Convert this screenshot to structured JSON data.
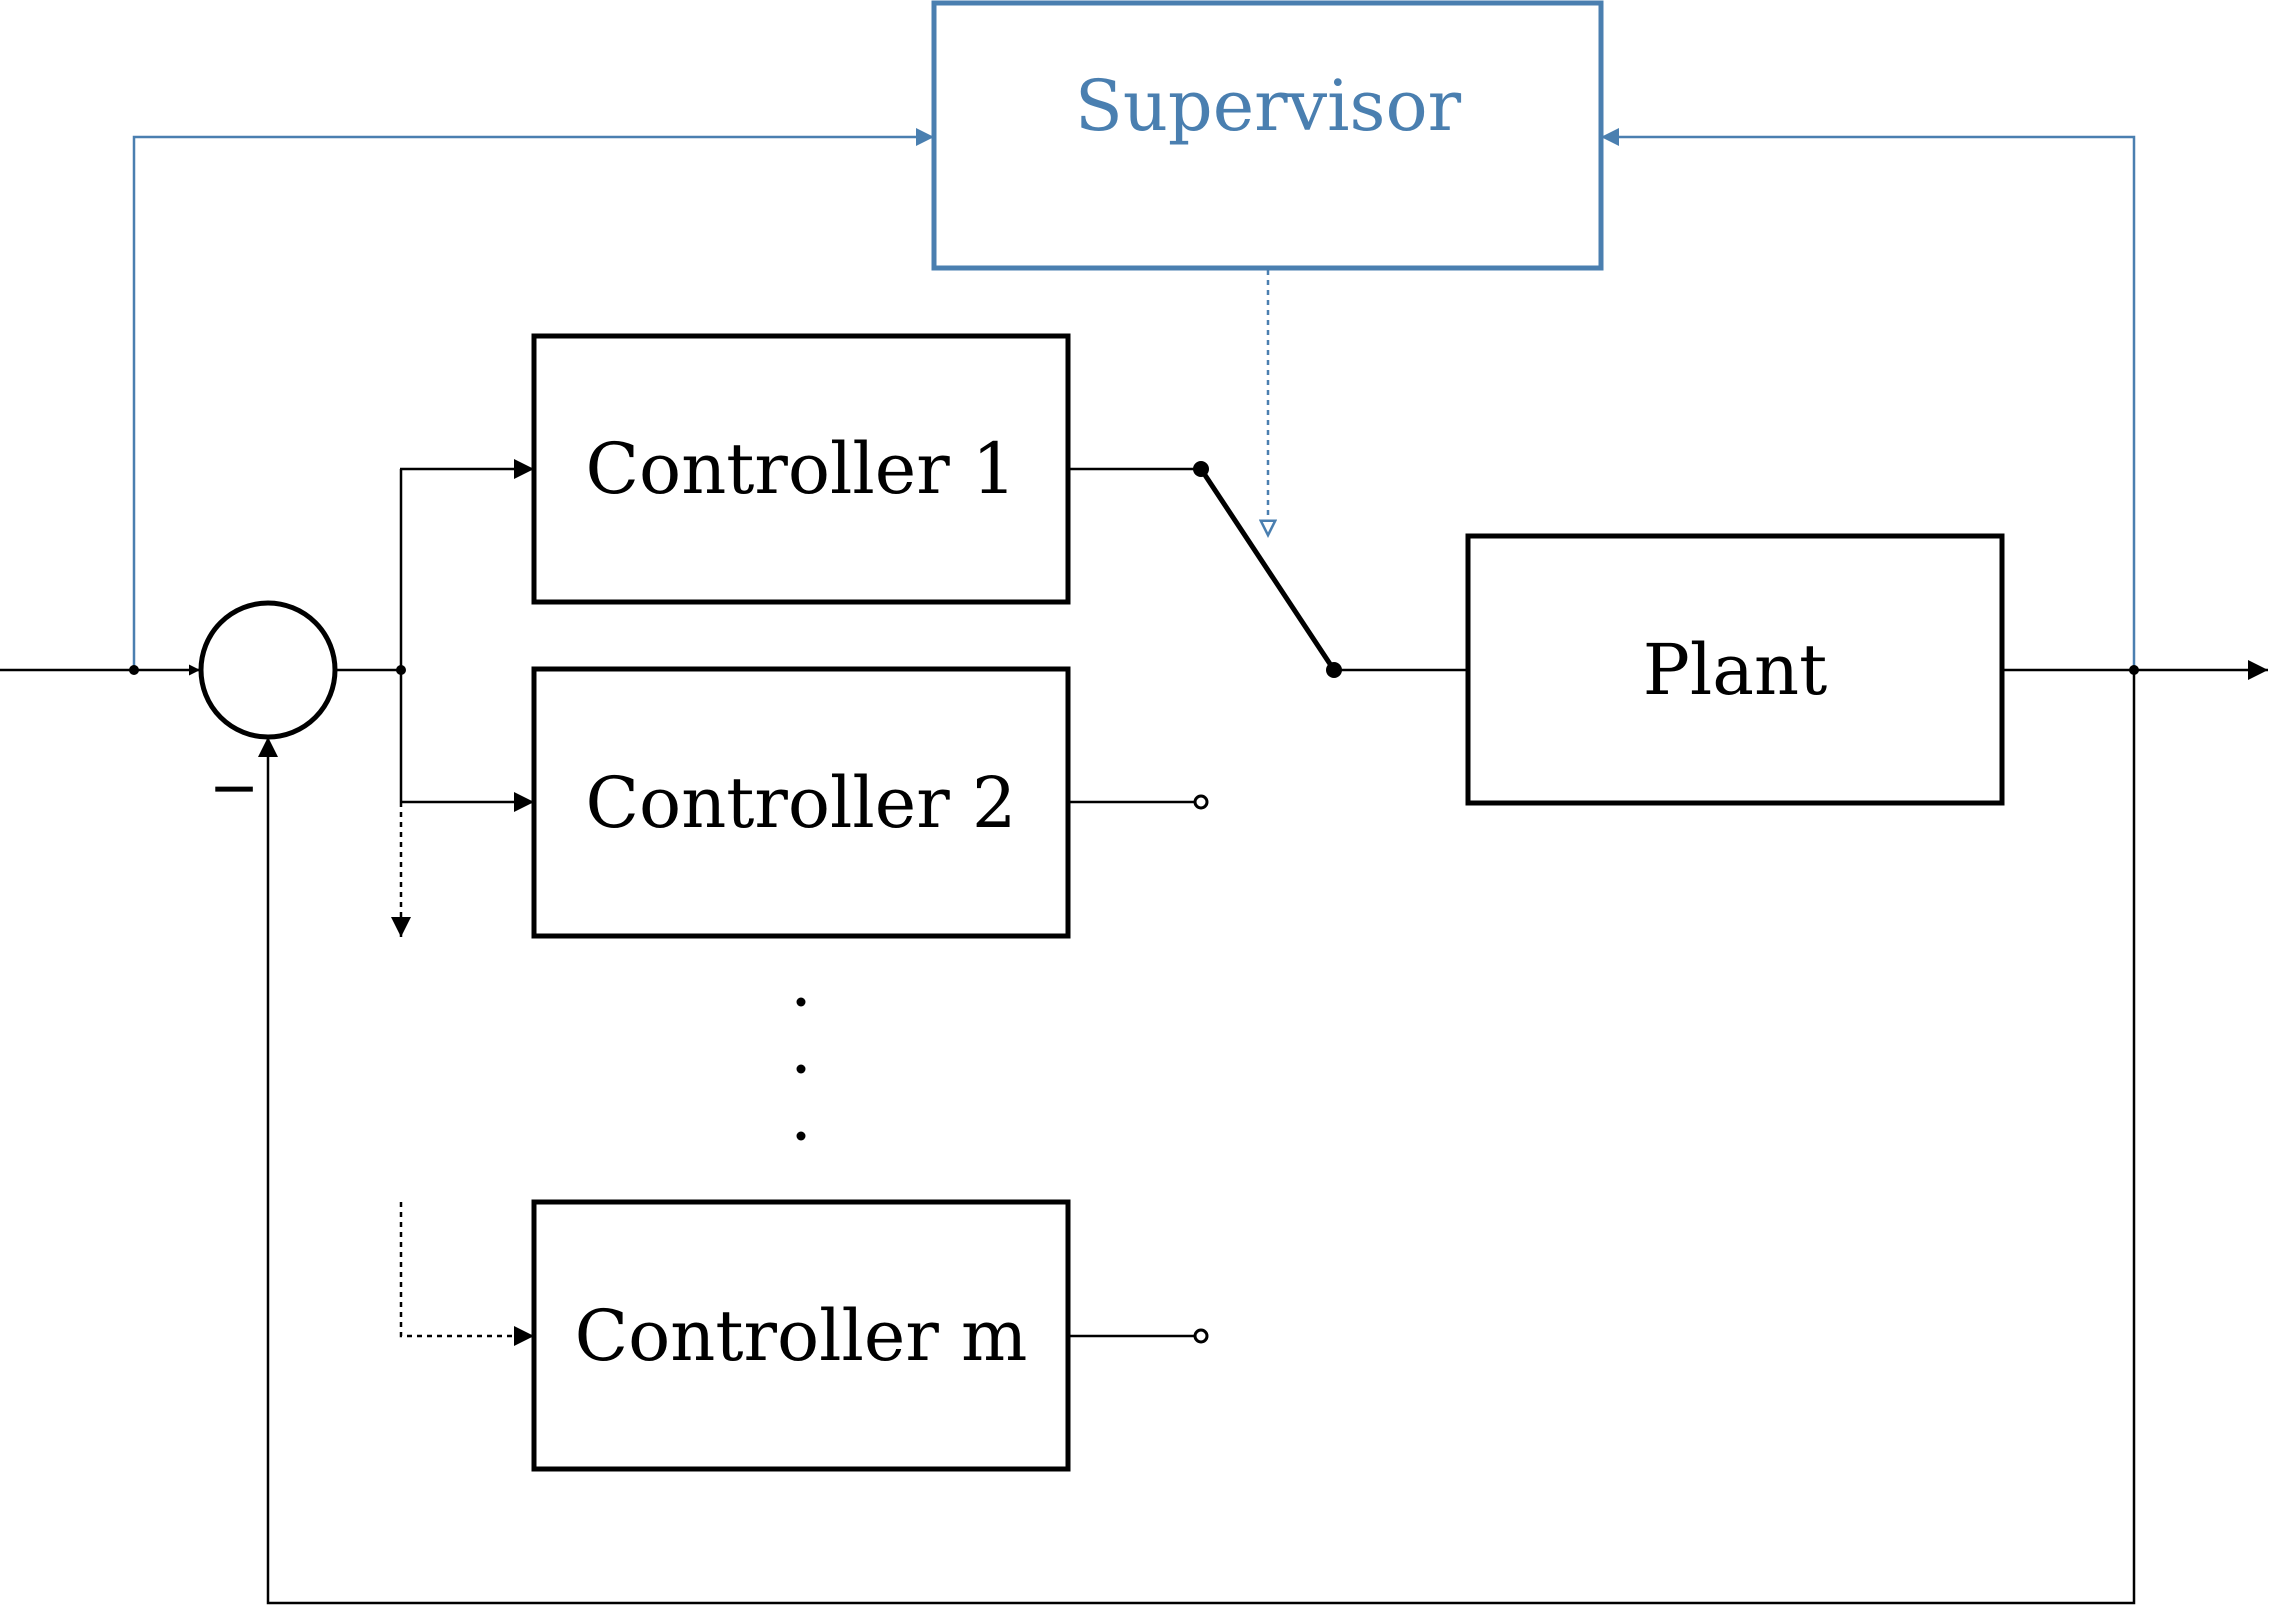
{
  "colors": {
    "ink": "#000000",
    "supervisor": "#4a7fb0"
  },
  "blocks": {
    "supervisor": {
      "label": "Supervisor"
    },
    "controller_1": {
      "label": "Controller 1"
    },
    "controller_2": {
      "label": "Controller 2"
    },
    "controller_m": {
      "label": "Controller m"
    },
    "plant": {
      "label": "Plant"
    }
  },
  "summing_junction": {
    "feedback_sign": "−"
  }
}
